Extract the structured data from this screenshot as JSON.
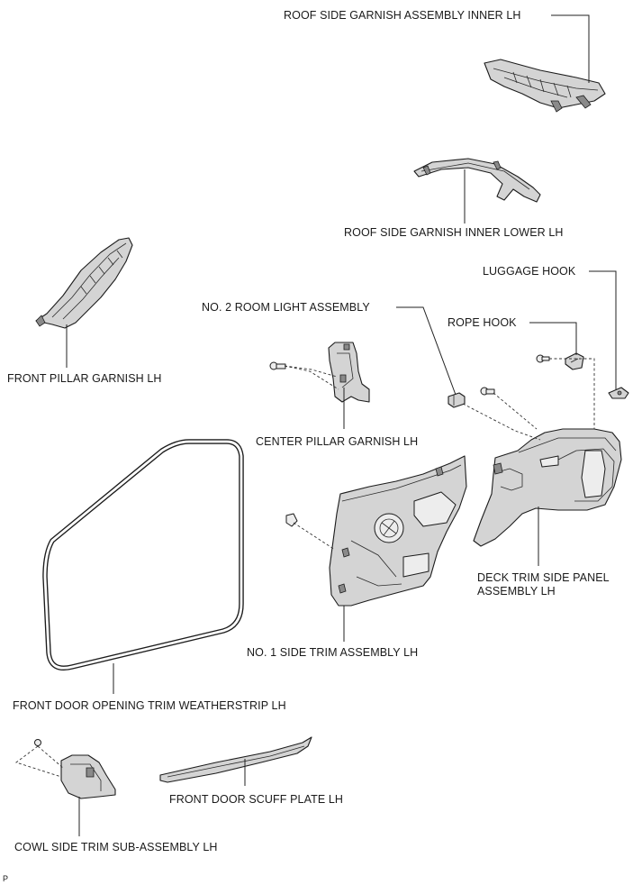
{
  "labels": {
    "roof_side_garnish_inner": "ROOF SIDE GARNISH ASSEMBLY INNER LH",
    "roof_side_garnish_lower": "ROOF SIDE GARNISH INNER LOWER LH",
    "luggage_hook": "LUGGAGE HOOK",
    "room_light": "NO. 2 ROOM LIGHT ASSEMBLY",
    "rope_hook": "ROPE HOOK",
    "front_pillar": "FRONT PILLAR GARNISH LH",
    "center_pillar": "CENTER PILLAR GARNISH LH",
    "deck_trim": "DECK TRIM SIDE PANEL\nASSEMBLY LH",
    "side_trim": "NO. 1 SIDE TRIM ASSEMBLY LH",
    "weatherstrip": "FRONT DOOR OPENING TRIM WEATHERSTRIP LH",
    "scuff_plate": "FRONT DOOR SCUFF PLATE LH",
    "cowl_side": "COWL SIDE TRIM SUB-ASSEMBLY LH",
    "corner_mark": "P"
  }
}
